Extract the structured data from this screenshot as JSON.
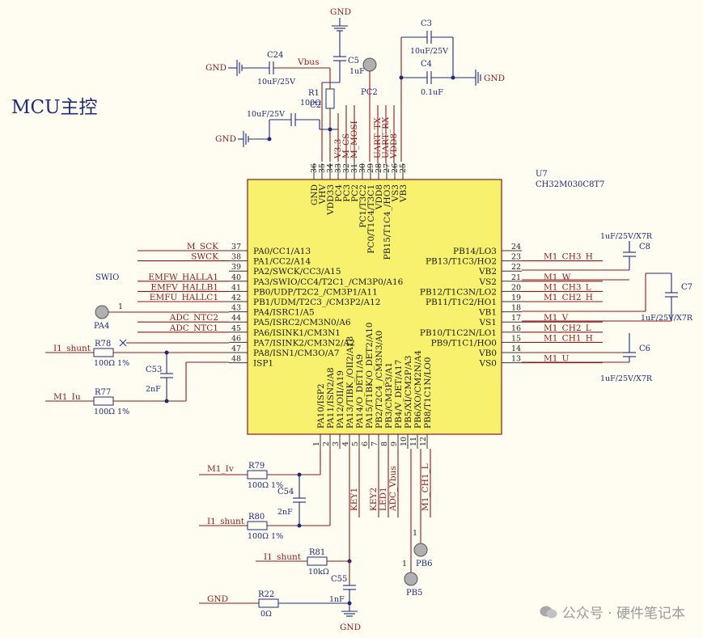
{
  "title": "MCU主控",
  "watermark": "公众号 · 硬件笔记本",
  "chip": {
    "ref": "U7",
    "part": "CH32M030C8T7"
  },
  "top_pins": [
    {
      "num": "36",
      "label": "GND"
    },
    {
      "num": "35",
      "label": "VHV"
    },
    {
      "num": "34",
      "label": "VDD33"
    },
    {
      "num": "33",
      "label": "PC4"
    },
    {
      "num": "32",
      "label": "PC3"
    },
    {
      "num": "31",
      "label": "PC2"
    },
    {
      "num": "30",
      "label": "PC1/T3C2"
    },
    {
      "num": "29",
      "label": "PC0/T1C4/T3C1"
    },
    {
      "num": "28",
      "label": "VDD8"
    },
    {
      "num": "27",
      "label": "PB15/T1C4_/HO3"
    },
    {
      "num": "26",
      "label": "VS3"
    },
    {
      "num": "25",
      "label": "VB3"
    }
  ],
  "top_nets": [
    "V3.3",
    "M_CS",
    "M_MOSI",
    "UART_TX",
    "UART_RX",
    "VDD8"
  ],
  "left_pins": [
    {
      "num": "37",
      "label": "PA0/CC1/A13",
      "net": "M_SCK"
    },
    {
      "num": "38",
      "label": "PA1/CC2/A14",
      "net": "SWCK"
    },
    {
      "num": "39",
      "label": "PA2/SWCK/CC3/A15",
      "net": ""
    },
    {
      "num": "40",
      "label": "PA3/SWIO/CC4/T2C1_/CM3P0/A16",
      "net": "EMFW_HALLA1"
    },
    {
      "num": "41",
      "label": "PB0/UDP/T2C2_/CM3P1/A11",
      "net": "EMFV_HALLB1"
    },
    {
      "num": "42",
      "label": "PB1/UDM/T2C3_/CM3P2/A12",
      "net": "EMFU_HALLC1"
    },
    {
      "num": "43",
      "label": "PA4/ISRC1/A5",
      "net": ""
    },
    {
      "num": "44",
      "label": "PA5/ISRC2/CM3N0/A6",
      "net": "ADC_NTC2"
    },
    {
      "num": "45",
      "label": "PA6/ISINK1/CM3N1",
      "net": "ADC_NTC1"
    },
    {
      "num": "46",
      "label": "PA7/ISINK2/CM3N2/A2",
      "net": ""
    },
    {
      "num": "47",
      "label": "PA8/ISN1/CM3O/A7",
      "net": ""
    },
    {
      "num": "48",
      "label": "ISP1",
      "net": ""
    }
  ],
  "right_pins": [
    {
      "num": "24",
      "label": "PB14/LO3",
      "net": ""
    },
    {
      "num": "23",
      "label": "PB13/T1C3/HO2",
      "net": "M1_CH3_H"
    },
    {
      "num": "22",
      "label": "VB2",
      "net": ""
    },
    {
      "num": "21",
      "label": "VS2",
      "net": "M1_W"
    },
    {
      "num": "20",
      "label": "PB12/T1C3N/LO2",
      "net": "M1_CH3_L"
    },
    {
      "num": "19",
      "label": "PB11/T1C2/HO1",
      "net": "M1_CH2_H"
    },
    {
      "num": "18",
      "label": "VB1",
      "net": ""
    },
    {
      "num": "17",
      "label": "VS1",
      "net": "M1_V"
    },
    {
      "num": "16",
      "label": "PB10/T1C2N/LO1",
      "net": "M1_CH2_L"
    },
    {
      "num": "15",
      "label": "PB9/T1C1/HO0",
      "net": "M1_CH1_H"
    },
    {
      "num": "14",
      "label": "VB0",
      "net": ""
    },
    {
      "num": "13",
      "label": "VS0",
      "net": "M1_U"
    }
  ],
  "bottom_pins": [
    {
      "num": "1",
      "label": "PA10/ISP2"
    },
    {
      "num": "2",
      "label": "PA11/ISN2/A8"
    },
    {
      "num": "3",
      "label": "PA12/OII/A19"
    },
    {
      "num": "4",
      "label": "PA13/TIBK_/OII2/A18"
    },
    {
      "num": "5",
      "label": "PA14/O_DET1/A9"
    },
    {
      "num": "6",
      "label": "PA15/T1BK/O_DET2/A10"
    },
    {
      "num": "7",
      "label": "PB2/T2C4_/CM3N3/A0"
    },
    {
      "num": "8",
      "label": "PB3/CM3P3/A1"
    },
    {
      "num": "9",
      "label": "PB4/V_DET/A17"
    },
    {
      "num": "10",
      "label": "PB5/XI/CM2P/A3"
    },
    {
      "num": "11",
      "label": "PB6/XO/CM2N/A4"
    },
    {
      "num": "12",
      "label": "PB8/T1C1N/LO0"
    }
  ],
  "bottom_nets": [
    "KEY1",
    "KEY2",
    "LED1",
    "ADC_Vbus",
    "M1_CH1_L"
  ],
  "side_labels": {
    "swio": "SWIO",
    "pa4": "PA4",
    "pa4_pin": "1",
    "pc2": "PC2",
    "pb6": "PB6",
    "pb5": "PB5",
    "pb6_pin": "1",
    "pb5_pin": "1"
  },
  "power": {
    "gnd": "GND",
    "vbus": "Vbus"
  },
  "components": {
    "c24": {
      "ref": "C24",
      "val": "10uF/25V"
    },
    "c5": {
      "ref": "C5",
      "val": "1uF"
    },
    "c3": {
      "ref": "C3",
      "val": "10uF/25V"
    },
    "c4": {
      "ref": "C4",
      "val": "0.1uF"
    },
    "r1": {
      "ref": "R1",
      "val": "100Ω"
    },
    "c2": {
      "ref": "C2",
      "val": "10uF/25V"
    },
    "c8": {
      "ref": "C8",
      "val": "1uF/25V/X7R"
    },
    "c7": {
      "ref": "C7",
      "val": "1uF/25V/X7R"
    },
    "c6": {
      "ref": "C6",
      "val": "1uF/25V/X7R"
    },
    "r78": {
      "ref": "R78",
      "val": "100Ω 1%",
      "net": "I1_shunt"
    },
    "c53": {
      "ref": "C53",
      "val": "2nF"
    },
    "r77": {
      "ref": "R77",
      "val": "100Ω 1%",
      "net": "M1_Iu"
    },
    "r79": {
      "ref": "R79",
      "val": "100Ω 1%",
      "net": "M1_Iv"
    },
    "c54": {
      "ref": "C54",
      "val": "2nF"
    },
    "r80": {
      "ref": "R80",
      "val": "100Ω 1%",
      "net": "I1_shunt"
    },
    "r81": {
      "ref": "R81",
      "val": "10kΩ",
      "net": "I1_shunt"
    },
    "c55": {
      "ref": "C55",
      "val": "1nF"
    },
    "r22": {
      "ref": "R22",
      "val": "0Ω",
      "net": "GND"
    }
  }
}
